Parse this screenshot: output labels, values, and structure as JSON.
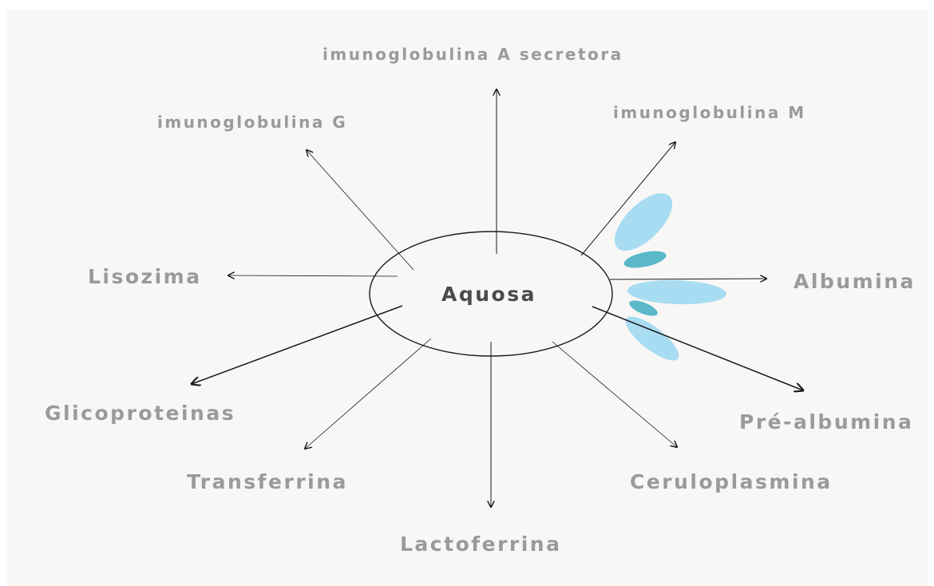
{
  "center": {
    "label": "Aquosa"
  },
  "proteins": {
    "iga": "imunoglobulina A secretora",
    "igg": "imunoglobulina G",
    "igm": "imunoglobulina M",
    "lisozima": "Lisozima",
    "albumina": "Albumina",
    "glicoproteinas": "Glicoproteinas",
    "prealbumina": "Pré-albumina",
    "transferrina": "Transferrina",
    "ceruloplasmina": "Ceruloplasmina",
    "lactoferrina": "Lactoferrina"
  },
  "colors": {
    "background": "#f8f7f5",
    "label_text": "#9a9a9a",
    "center_text": "#4a4a4a",
    "line": "#1a1a1a",
    "drop_light": "#a8dcf2",
    "drop_dark": "#5ab8c9"
  }
}
